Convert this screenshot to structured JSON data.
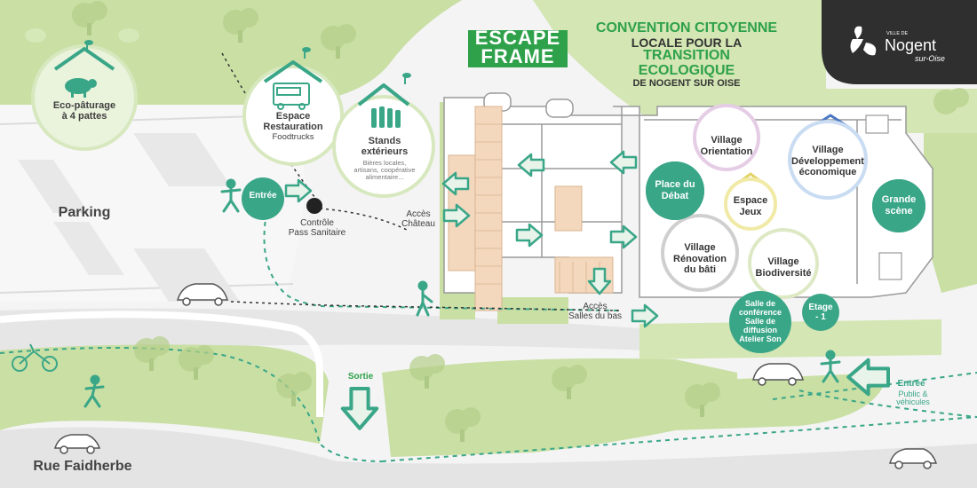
{
  "header": {
    "event_logo_line1": "ESCAPE",
    "event_logo_line2": "FRAME",
    "title_line1": "CONVENTION CITOYENNE",
    "title_line2": "LOCALE POUR LA",
    "title_line3": "TRANSITION ECOLOGIQUE",
    "title_line4": "DE NOGENT SUR OISE"
  },
  "city_logo": {
    "ville_de": "VILLE DE",
    "name": "Nogent",
    "suffix": "sur-Oise"
  },
  "colors": {
    "accent_green": "#3aa688",
    "title_green": "#2ea14a",
    "lawn": "#c9dfa4",
    "path": "#eeeeee",
    "corner": "#2f2f2f"
  },
  "outdoor": {
    "eco_paturage": {
      "title": "Eco-pâturage\nà 4 pattes"
    },
    "restauration": {
      "title": "Espace\nRestauration",
      "sub": "Foodtrucks"
    },
    "stands": {
      "title": "Stands\nextérieurs",
      "sub": "Bières locales,\nartisans, coopérative\nalimentaire..."
    },
    "parking": "Parking",
    "entree": "Entrée",
    "controle": "Contrôle\nPass Sanitaire",
    "acces_chateau": "Accès\nChâteau",
    "acces_salles": "Accès\nSalles du bas",
    "sortie": "Sortie",
    "entree_public": "Entrée",
    "entree_public_sub": "Public &\nvéhicules",
    "rue": "Rue Faidherbe"
  },
  "zones": {
    "place_debat": "Place du\nDébat",
    "village_orientation": "Village\nOrientation",
    "village_developpement": "Village\nDéveloppement\néconomique",
    "espace_jeux": "Espace\nJeux",
    "grande_scene": "Grande\nscène",
    "village_renovation": "Village\nRénovation\ndu bâti",
    "village_biodiversite": "Village\nBiodiversité",
    "salles": "Salle de\nconférence\nSalle de\ndiffusion\nAtelier Son",
    "etage": "Etage\n- 1"
  },
  "icons": [
    "house-icon",
    "sheep-icon",
    "foodtruck-icon",
    "bottles-icon",
    "walker-icon",
    "car-icon",
    "bike-icon",
    "tree-icon",
    "arrow-icon",
    "leaf-icon"
  ]
}
